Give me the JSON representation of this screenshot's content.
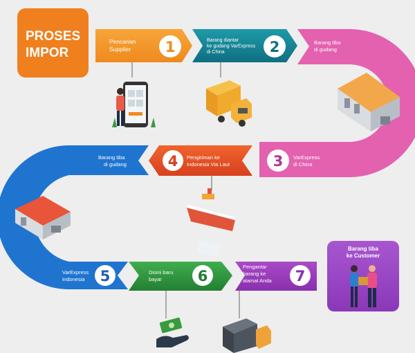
{
  "title": {
    "line1": "PROSES",
    "line2": "IMPOR"
  },
  "steps": [
    {
      "number": "1",
      "lines": [
        "Pencarian",
        "Supplier"
      ],
      "color": "#f39a2c"
    },
    {
      "number": "2",
      "lines": [
        "Barang diantar",
        "ke gudang VarExpress",
        "di China"
      ],
      "color": "#16879a"
    },
    {
      "number": "3",
      "lines": [
        "VarExpress",
        "di China"
      ],
      "color": "#d94fb5"
    },
    {
      "number": "4",
      "lines": [
        "Pengiriman ke",
        "Indonesia Via Laut"
      ],
      "color": "#e8522a"
    },
    {
      "number": "5",
      "lines": [
        "VarExpress",
        "Indonesia"
      ],
      "color": "#1f66c8"
    },
    {
      "number": "6",
      "lines": [
        "Disini baru",
        "bayar"
      ],
      "color": "#2f9a3f"
    },
    {
      "number": "7",
      "lines": [
        "Pengantar",
        "barang ke",
        "alamat Anda"
      ],
      "color": "#9b3bbd"
    }
  ],
  "pink_curve_label": [
    "Barang tiba",
    "di gudang"
  ],
  "blue_curve_label": [
    "Barang tiba",
    "di gudang"
  ],
  "customer_box": {
    "lines": [
      "Barang tiba",
      "ke Customer"
    ],
    "color": "#9a46c4"
  },
  "icons": [
    "smartphone-shopping-icon",
    "delivery-truck-icon",
    "warehouse-icon",
    "cargo-ship-icon",
    "payment-hand-icon",
    "delivery-van-icon",
    "courier-customer-icon"
  ]
}
